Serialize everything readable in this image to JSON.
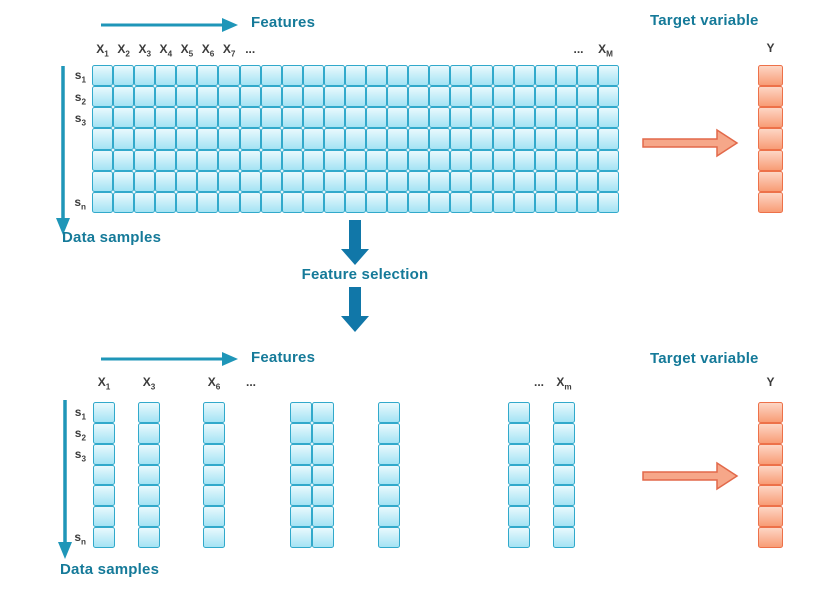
{
  "colors": {
    "teal_text": "#157a99",
    "teal_arrow": "#1f96b8",
    "cell_border": "#31a9cb",
    "cell_fill_top": "#e9f9fd",
    "cell_fill_bottom": "#a4e3f4",
    "orange_cell_border": "#ed7149",
    "orange_cell_fill_top": "#fdd6c5",
    "orange_cell_fill_bottom": "#f89c76",
    "orange_arrow_fill": "#f6a789",
    "orange_arrow_stroke": "#e2694a",
    "thick_arrow_blue": "#1177a8",
    "feature_label_color": "#3c3c3c"
  },
  "top_section": {
    "features_label": "Features",
    "target_variable_label": "Target variable",
    "y_label": "Y",
    "data_samples_label": "Data samples",
    "feature_labels_left": [
      "X1",
      "X2",
      "X3",
      "X4",
      "X5",
      "X6",
      "X7",
      "..."
    ],
    "feature_labels_right": [
      "...",
      "XM"
    ],
    "row_labels": [
      "s1",
      "s2",
      "s3",
      "",
      "",
      "",
      "sn"
    ],
    "matrix": {
      "rows": 7,
      "cols": 25
    },
    "target_column": {
      "rows": 7
    }
  },
  "transition": {
    "label": "Feature selection"
  },
  "bottom_section": {
    "features_label": "Features",
    "target_variable_label": "Target variable",
    "y_label": "Y",
    "data_samples_label": "Data samples",
    "row_labels": [
      "s1",
      "s2",
      "s3",
      "",
      "",
      "",
      "sn"
    ],
    "rows": 7,
    "column_groups": [
      {
        "label": "X1",
        "cols": 1
      },
      {
        "label": "X3",
        "cols": 1
      },
      {
        "label": "X6",
        "cols": 1
      },
      {
        "label": "...",
        "cols": 0
      },
      {
        "label": "",
        "cols": 2
      },
      {
        "label": "",
        "cols": 1
      },
      {
        "label": "",
        "cols": 1
      },
      {
        "label": "...",
        "cols": 0
      },
      {
        "label": "Xm",
        "cols": 1
      }
    ],
    "target_column": {
      "rows": 7
    }
  }
}
